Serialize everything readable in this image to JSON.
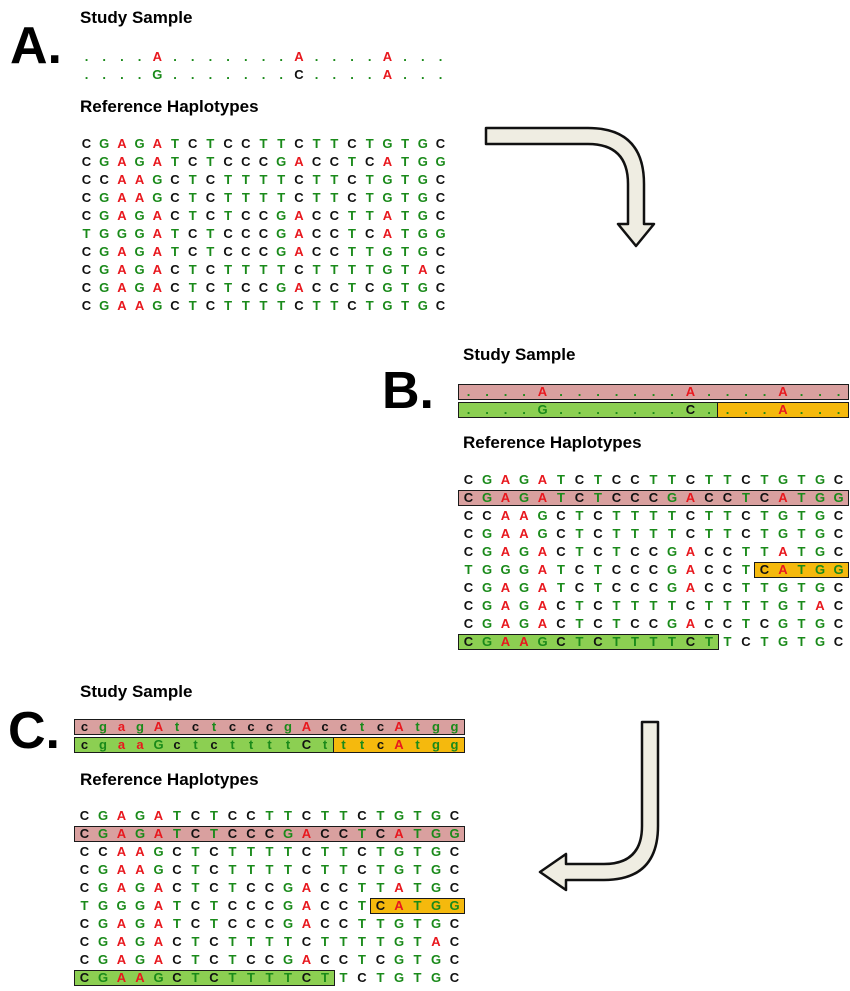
{
  "colors": {
    "red": "#e8181e",
    "green": "#1a8a1a",
    "black": "#111111",
    "band_red": "#d9a09f",
    "band_green": "#8ccf52",
    "band_orange": "#f5b90d",
    "arrow_fill": "#efede2"
  },
  "panels": [
    {
      "letter": "A.",
      "study_label": "Study Sample",
      "ref_label": "Reference Haplotypes",
      "sample": [
        [
          ".",
          ".",
          ".",
          ".",
          "A",
          ".",
          ".",
          ".",
          ".",
          ".",
          ".",
          ".",
          "A",
          ".",
          ".",
          ".",
          ".",
          "A",
          ".",
          ".",
          "."
        ],
        [
          ".",
          ".",
          ".",
          ".",
          "G",
          ".",
          ".",
          ".",
          ".",
          ".",
          ".",
          ".",
          "C",
          ".",
          ".",
          ".",
          ".",
          "A",
          ".",
          ".",
          "."
        ]
      ],
      "sample_colors": [
        "gggggrgggggggrggggrggg",
        "gggggggggggggkggggrggg"
      ],
      "sample_bands": [],
      "refs": [
        "CGAGATCTCCTTCTTCTGTGC",
        "CGAGATCTCCCGACCTCATGG",
        "CCAAGCTCTTTTCTTCTGTGC",
        "CGAAGCTCTTTTCTTCTGTGC",
        "CGAGACTCTCCGACCTTATGC",
        "TGGGATCTCCCGACCTCATGG",
        "CGAGATCTCCCGACCTTGTGC",
        "CGAGACTCTTTTCTTTTGTAC",
        "CGAGACTCTCCGACCTCGTGC",
        "CGAAGCTCTTTTCTTCTGTGC"
      ],
      "ref_bands": []
    },
    {
      "letter": "B.",
      "study_label": "Study Sample",
      "ref_label": "Reference Haplotypes",
      "sample": [
        [
          ".",
          ".",
          ".",
          ".",
          "A",
          ".",
          ".",
          ".",
          ".",
          ".",
          ".",
          ".",
          "A",
          ".",
          ".",
          ".",
          ".",
          "A",
          ".",
          ".",
          "."
        ],
        [
          ".",
          ".",
          ".",
          ".",
          "G",
          ".",
          ".",
          ".",
          ".",
          ".",
          ".",
          ".",
          "C",
          ".",
          ".",
          ".",
          ".",
          "A",
          ".",
          ".",
          "."
        ]
      ],
      "sample_colors": [
        "ggggrgggggggrggggrggg",
        "ggggggggggggkggggrggg"
      ],
      "sample_bands": [
        {
          "row": 0,
          "from": 0,
          "to": 20,
          "color": "band_red"
        },
        {
          "row": 1,
          "from": 0,
          "to": 13,
          "color": "band_green"
        },
        {
          "row": 1,
          "from": 14,
          "to": 20,
          "color": "band_orange"
        }
      ],
      "refs": [
        "CGAGATCTCCTTCTTCTGTGC",
        "CGAGATCTCCCGACCTCATGG",
        "CCAAGCTCTTTTCTTCTGTGC",
        "CGAAGCTCTTTTCTTCTGTGC",
        "CGAGACTCTCCGACCTTATGC",
        "TGGGATCTCCCGACCTCATGG",
        "CGAGATCTCCCGACCTTGTGC",
        "CGAGACTCTTTTCTTTTGTAC",
        "CGAGACTCTCCGACCTCGTGC",
        "CGAAGCTCTTTTCTTCTGTGC"
      ],
      "ref_bands": [
        {
          "row": 1,
          "from": 0,
          "to": 20,
          "color": "band_red"
        },
        {
          "row": 5,
          "from": 16,
          "to": 20,
          "color": "band_orange"
        },
        {
          "row": 9,
          "from": 0,
          "to": 13,
          "color": "band_green"
        }
      ]
    },
    {
      "letter": "C.",
      "study_label": "Study Sample",
      "ref_label": "Reference Haplotypes",
      "sample": [
        [
          "c",
          "g",
          "a",
          "g",
          "A",
          "t",
          "c",
          "t",
          "c",
          "c",
          "c",
          "g",
          "A",
          "c",
          "c",
          "t",
          "c",
          "A",
          "t",
          "g",
          "g"
        ],
        [
          "c",
          "g",
          "a",
          "a",
          "G",
          "c",
          "t",
          "c",
          "t",
          "t",
          "t",
          "t",
          "C",
          "t",
          "t",
          "t",
          "c",
          "A",
          "t",
          "g",
          "g"
        ]
      ],
      "sample_colors": [
        "kgrgrgkgkkkgrkkgkrggg",
        "kgrrgkgkggggkgggkrggg"
      ],
      "sample_bands": [
        {
          "row": 0,
          "from": 0,
          "to": 20,
          "color": "band_red"
        },
        {
          "row": 1,
          "from": 0,
          "to": 13,
          "color": "band_green"
        },
        {
          "row": 1,
          "from": 14,
          "to": 20,
          "color": "band_orange"
        }
      ],
      "refs": [
        "CGAGATCTCCTTCTTCTGTGC",
        "CGAGATCTCCCGACCTCATGG",
        "CCAAGCTCTTTTCTTCTGTGC",
        "CGAAGCTCTTTTCTTCTGTGC",
        "CGAGACTCTCCGACCTTATGC",
        "TGGGATCTCCCGACCTCATGG",
        "CGAGATCTCCCGACCTTGTGC",
        "CGAGACTCTTTTCTTTTGTAC",
        "CGAGACTCTCCGACCTCGTGC",
        "CGAAGCTCTTTTCTTCTGTGC"
      ],
      "ref_bands": [
        {
          "row": 1,
          "from": 0,
          "to": 20,
          "color": "band_red"
        },
        {
          "row": 5,
          "from": 16,
          "to": 20,
          "color": "band_orange"
        },
        {
          "row": 9,
          "from": 0,
          "to": 13,
          "color": "band_green"
        }
      ]
    }
  ]
}
